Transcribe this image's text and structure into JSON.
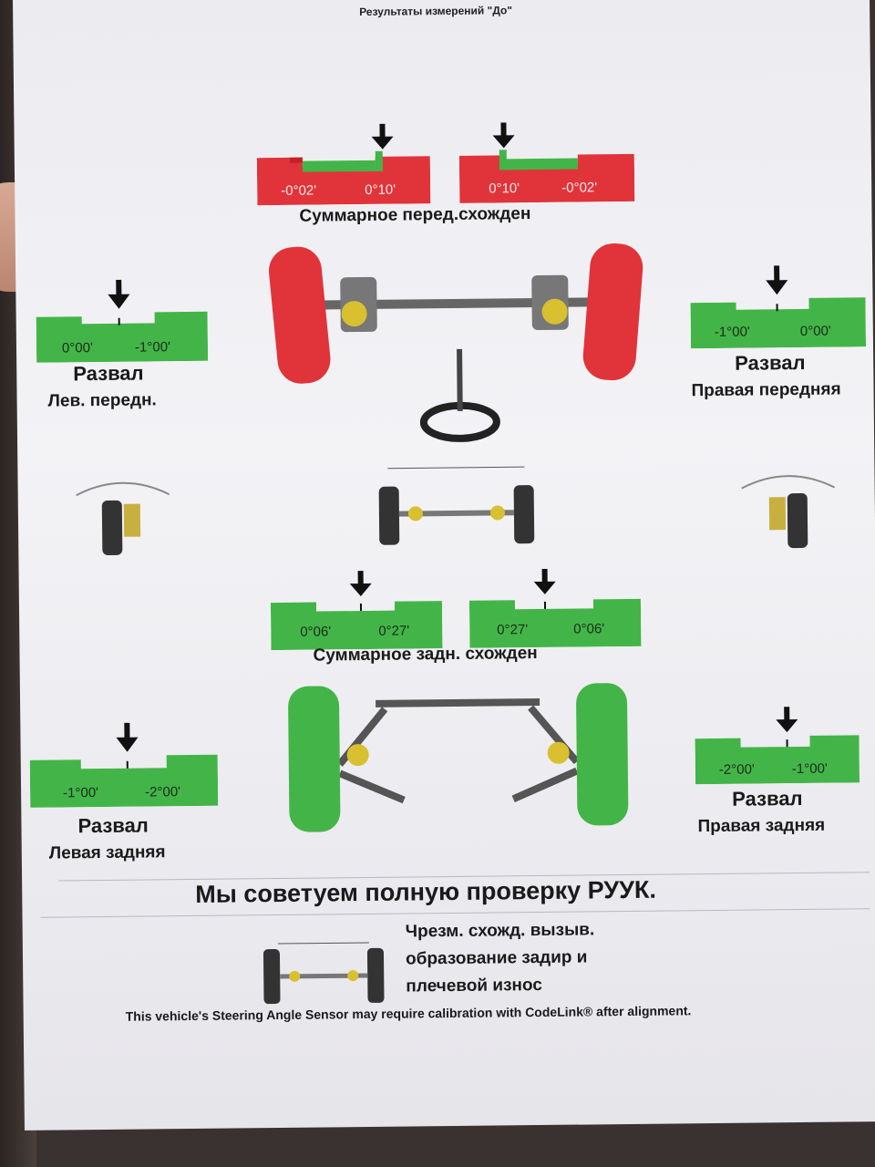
{
  "header": "Результаты измерений \"До\"",
  "colors": {
    "red": "#e0343a",
    "green": "#43b548",
    "dark_red": "#c81e28",
    "dark_green": "#2f9a36"
  },
  "front_toe": {
    "caption": "Суммарное перед.схожден",
    "left": {
      "low": "-0°02'",
      "high": "0°10'",
      "status": "red"
    },
    "right": {
      "low": "0°10'",
      "high": "-0°02'",
      "status": "red"
    }
  },
  "front_left_camber": {
    "low": "0°00'",
    "high": "-1°00'",
    "title": "Развал",
    "subtitle": "Лев. передн."
  },
  "front_right_camber": {
    "low": "-1°00'",
    "high": "0°00'",
    "title": "Развал",
    "subtitle": "Правая передняя"
  },
  "rear_toe": {
    "caption": "Суммарное задн. схожден",
    "left": {
      "low": "0°06'",
      "high": "0°27'",
      "status": "green"
    },
    "right": {
      "low": "0°27'",
      "high": "0°06'",
      "status": "green"
    }
  },
  "rear_left_camber": {
    "low": "-1°00'",
    "high": "-2°00'",
    "title": "Развал",
    "subtitle": "Левая задняя"
  },
  "rear_right_camber": {
    "low": "-2°00'",
    "high": "-1°00'",
    "title": "Развал",
    "subtitle": "Правая задняя"
  },
  "advice": "Мы советуем полную проверку РУУК.",
  "note_lines": [
    "Чрезм. схожд. вызыв.",
    "образование задир и",
    "плечевой износ"
  ],
  "footer": "This vehicle's Steering Angle Sensor may require calibration with CodeLink® after alignment."
}
